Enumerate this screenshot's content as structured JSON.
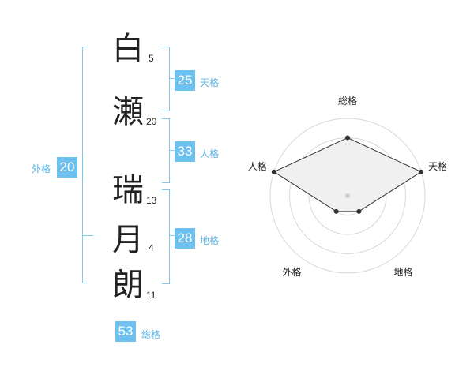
{
  "name_chars": [
    {
      "char": "白",
      "strokes": "5"
    },
    {
      "char": "瀬",
      "strokes": "20"
    },
    {
      "char": "瑞",
      "strokes": "13"
    },
    {
      "char": "月",
      "strokes": "4"
    },
    {
      "char": "朗",
      "strokes": "11"
    }
  ],
  "kakusu": {
    "tenkaku": {
      "value": "25",
      "label": "天格"
    },
    "jinkaku": {
      "value": "33",
      "label": "人格"
    },
    "chikaku": {
      "value": "28",
      "label": "地格"
    },
    "gaikaku": {
      "value": "20",
      "label": "外格"
    },
    "soukaku": {
      "value": "53",
      "label": "総格"
    }
  },
  "colors": {
    "accent": "#6ec1ee",
    "bracket": "#7fc8ef",
    "radar_fill": "#eeeeee"
  },
  "chart_data": {
    "type": "radar",
    "axes": [
      "総格",
      "天格",
      "地格",
      "外格",
      "人格"
    ],
    "values": [
      3,
      4,
      1,
      1,
      4
    ],
    "rmax": 4,
    "rings": 4
  }
}
